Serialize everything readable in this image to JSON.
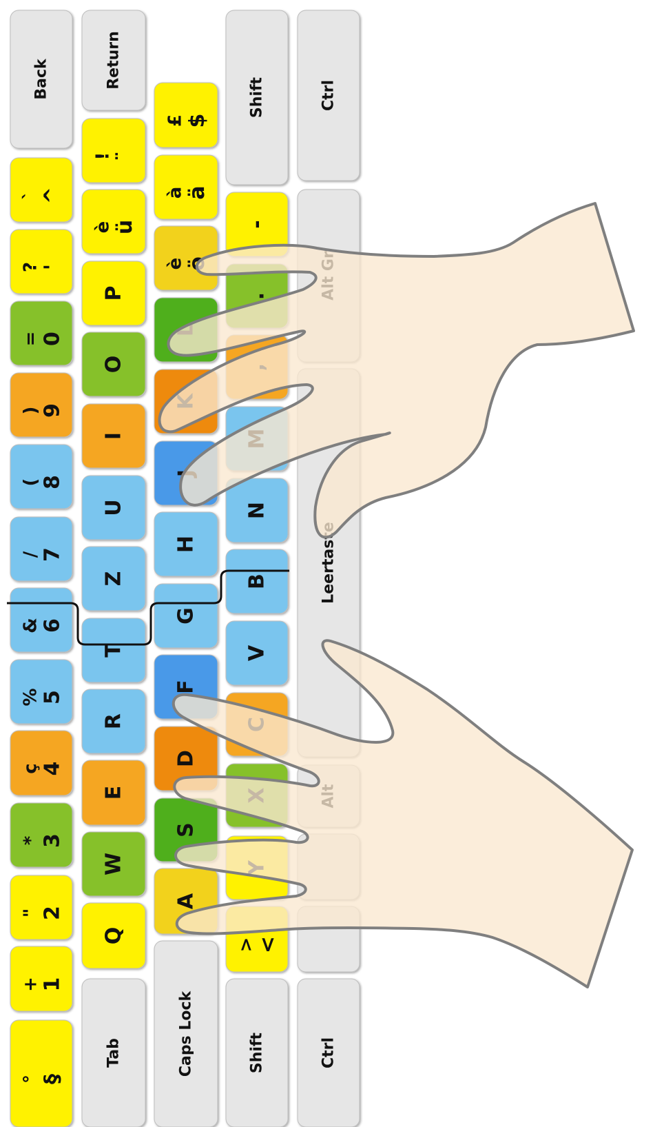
{
  "colors": {
    "yellow": "#FFF200",
    "yellow_dark": "#F2D21A",
    "green": "#86C12B",
    "green_dark": "#4FAF1E",
    "orange": "#F5A623",
    "orange_dark": "#EE8A10",
    "blue": "#7AC5EE",
    "blue_dark": "#4A99E8",
    "gray": "#E6E6E6",
    "hand_fill": "#FAE8D0",
    "hand_stroke": "#7F7F7F",
    "key_text": "#111111"
  },
  "rows": [
    {
      "name": "number-row",
      "keys": [
        {
          "id": "section",
          "top": "°",
          "bottom": "§",
          "color": "yellow"
        },
        {
          "id": "1",
          "top": "+",
          "bottom": "1",
          "color": "yellow"
        },
        {
          "id": "2",
          "top": "\"",
          "bottom": "2",
          "color": "yellow"
        },
        {
          "id": "3",
          "top": "*",
          "bottom": "3",
          "color": "green"
        },
        {
          "id": "4",
          "top": "ç",
          "bottom": "4",
          "color": "orange"
        },
        {
          "id": "5",
          "top": "%",
          "bottom": "5",
          "color": "blue"
        },
        {
          "id": "6",
          "top": "&",
          "bottom": "6",
          "color": "blue"
        },
        {
          "id": "7",
          "top": "/",
          "bottom": "7",
          "color": "blue"
        },
        {
          "id": "8",
          "top": "(",
          "bottom": "8",
          "color": "blue"
        },
        {
          "id": "9",
          "top": ")",
          "bottom": "9",
          "color": "orange"
        },
        {
          "id": "0",
          "top": "=",
          "bottom": "0",
          "color": "green"
        },
        {
          "id": "apostrophe",
          "top": "?",
          "bottom": "'",
          "color": "yellow"
        },
        {
          "id": "caret",
          "top": "`",
          "bottom": "^",
          "color": "yellow"
        },
        {
          "id": "back",
          "label": "Back",
          "color": "gray"
        }
      ]
    },
    {
      "name": "top-row",
      "keys": [
        {
          "id": "tab",
          "label": "Tab",
          "color": "gray"
        },
        {
          "id": "q",
          "label": "Q",
          "color": "yellow"
        },
        {
          "id": "w",
          "label": "W",
          "color": "green"
        },
        {
          "id": "e",
          "label": "E",
          "color": "orange"
        },
        {
          "id": "r",
          "label": "R",
          "color": "blue"
        },
        {
          "id": "t",
          "label": "T",
          "color": "blue"
        },
        {
          "id": "z",
          "label": "Z",
          "color": "blue"
        },
        {
          "id": "u",
          "label": "U",
          "color": "blue"
        },
        {
          "id": "i",
          "label": "I",
          "color": "orange"
        },
        {
          "id": "o",
          "label": "O",
          "color": "green"
        },
        {
          "id": "p",
          "label": "P",
          "color": "yellow"
        },
        {
          "id": "u-grave",
          "top": "è",
          "bottom": "ü",
          "color": "yellow"
        },
        {
          "id": "diaeresis",
          "top": "!",
          "bottom": "¨",
          "color": "yellow"
        },
        {
          "id": "return",
          "label": "Return",
          "color": "gray"
        }
      ]
    },
    {
      "name": "home-row",
      "keys": [
        {
          "id": "caps",
          "label": "Caps Lock",
          "color": "gray"
        },
        {
          "id": "a",
          "label": "A",
          "color": "yellow_dark"
        },
        {
          "id": "s",
          "label": "S",
          "color": "green_dark"
        },
        {
          "id": "d",
          "label": "D",
          "color": "orange_dark"
        },
        {
          "id": "f",
          "label": "F",
          "color": "blue_dark"
        },
        {
          "id": "g",
          "label": "G",
          "color": "blue"
        },
        {
          "id": "h",
          "label": "H",
          "color": "blue"
        },
        {
          "id": "j",
          "label": "J",
          "color": "blue_dark"
        },
        {
          "id": "k",
          "label": "K",
          "color": "orange_dark"
        },
        {
          "id": "l",
          "label": "L",
          "color": "green_dark"
        },
        {
          "id": "o-grave",
          "top": "è",
          "bottom": "ö",
          "color": "yellow_dark"
        },
        {
          "id": "a-grave",
          "top": "à",
          "bottom": "ä",
          "color": "yellow"
        },
        {
          "id": "dollar",
          "top": "£",
          "bottom": "$",
          "color": "yellow"
        }
      ]
    },
    {
      "name": "bottom-row",
      "keys": [
        {
          "id": "lshift",
          "label": "Shift",
          "color": "gray"
        },
        {
          "id": "less",
          "top": ">",
          "bottom": "<",
          "color": "yellow"
        },
        {
          "id": "y",
          "label": "Y",
          "color": "yellow"
        },
        {
          "id": "x",
          "label": "X",
          "color": "green"
        },
        {
          "id": "c",
          "label": "C",
          "color": "orange"
        },
        {
          "id": "v",
          "label": "V",
          "color": "blue"
        },
        {
          "id": "b",
          "label": "B",
          "color": "blue"
        },
        {
          "id": "n",
          "label": "N",
          "color": "blue"
        },
        {
          "id": "m",
          "label": "M",
          "color": "blue"
        },
        {
          "id": "comma",
          "label": ",",
          "color": "orange"
        },
        {
          "id": "period",
          "label": ".",
          "color": "green"
        },
        {
          "id": "minus",
          "label": "-",
          "color": "yellow"
        },
        {
          "id": "rshift",
          "label": "Shift",
          "color": "gray"
        }
      ]
    },
    {
      "name": "space-row",
      "keys": [
        {
          "id": "lctrl",
          "label": "Ctrl",
          "color": "gray"
        },
        {
          "id": "fn1",
          "label": "",
          "color": "gray"
        },
        {
          "id": "win",
          "label": "",
          "color": "gray"
        },
        {
          "id": "alt",
          "label": "Alt",
          "color": "gray"
        },
        {
          "id": "space",
          "label": "Leertaste",
          "color": "gray"
        },
        {
          "id": "altgr",
          "label": "Alt Gr",
          "color": "gray"
        },
        {
          "id": "rctrl",
          "label": "Ctrl",
          "color": "gray"
        }
      ]
    }
  ]
}
